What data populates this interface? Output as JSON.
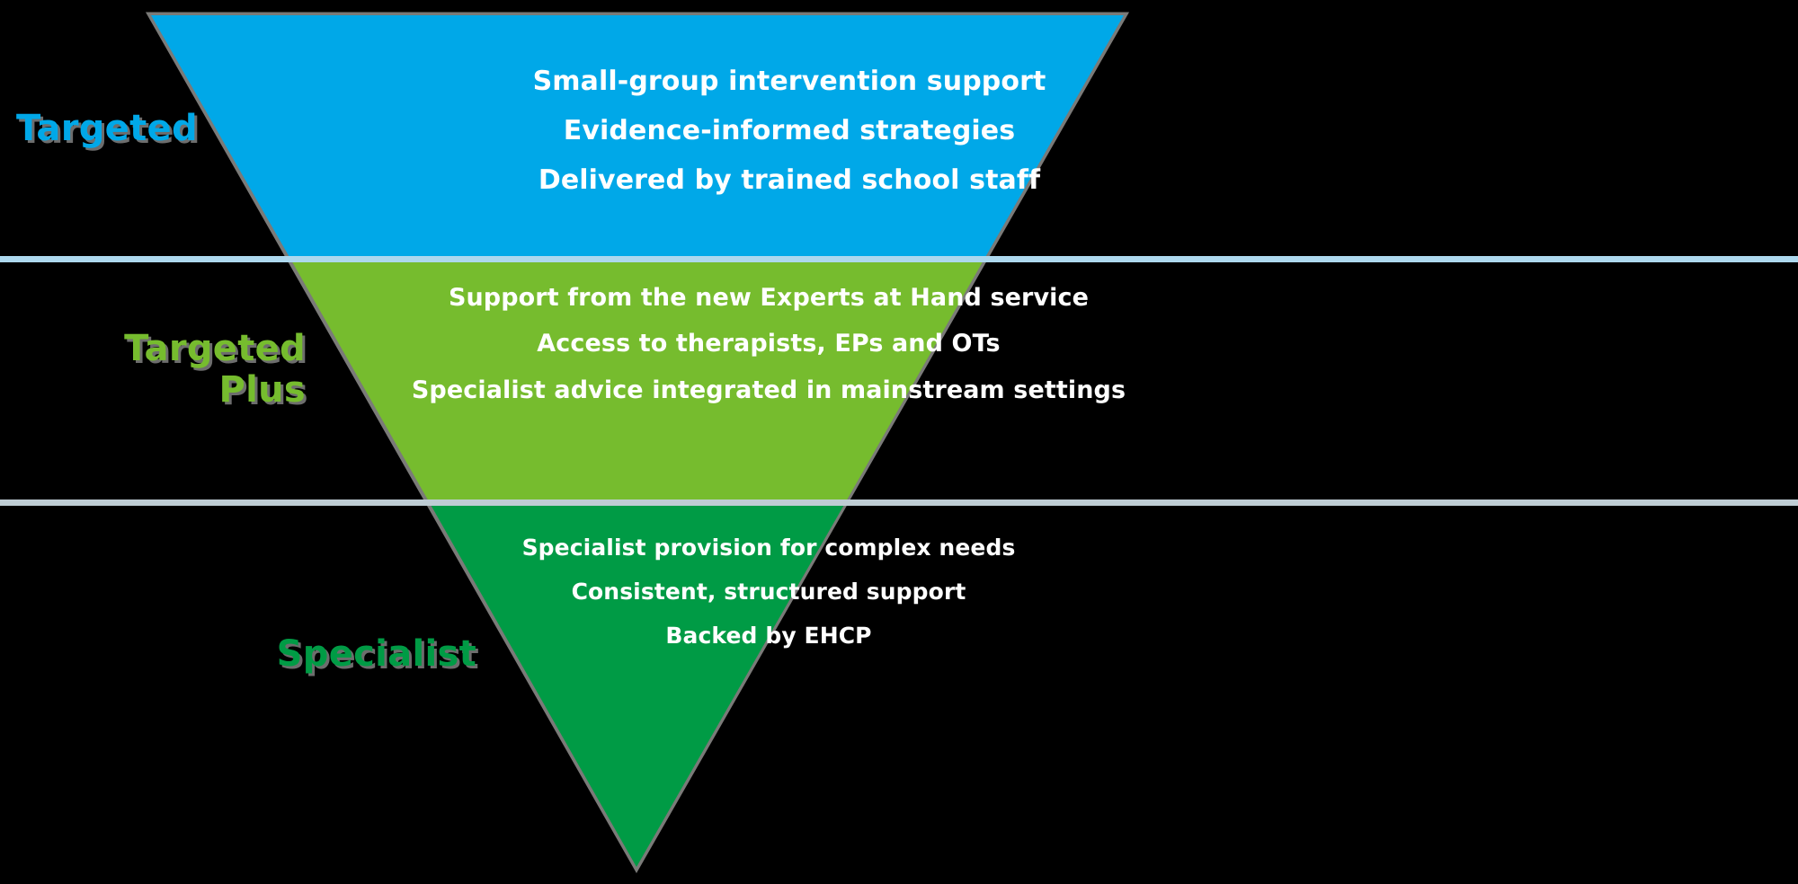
{
  "diagram": {
    "type": "inverted-funnel",
    "background_color": "#000000",
    "tiers": [
      {
        "key": "targeted",
        "label": "Targeted",
        "label_color": "#00A8E8",
        "fill_color": "#00A8E8",
        "lines": [
          "Small-group intervention support",
          "Evidence-informed strategies",
          "Delivered by trained school staff"
        ]
      },
      {
        "key": "targeted_plus",
        "label": "Targeted\nPlus",
        "label_color": "#76BC2E",
        "fill_color": "#76BC2E",
        "lines": [
          "Support from the new\nExperts at Hand service",
          "Access to therapists, EPs and OTs",
          "Specialist advice integrated\nin mainstream settings"
        ]
      },
      {
        "key": "specialist",
        "label": "Specialist",
        "label_color": "#009B45",
        "fill_color": "#009B45",
        "lines": [
          "Specialist provision for\ncomplex needs",
          "Consistent, structured\nsupport",
          "Backed by\nEHCP"
        ]
      }
    ],
    "dividers": [
      {
        "key": "divider-top",
        "color": "#ADD8EE"
      },
      {
        "key": "divider-bottom",
        "color": "#BFCDD4"
      }
    ],
    "funnel_outline_color": "#7A7A78"
  }
}
